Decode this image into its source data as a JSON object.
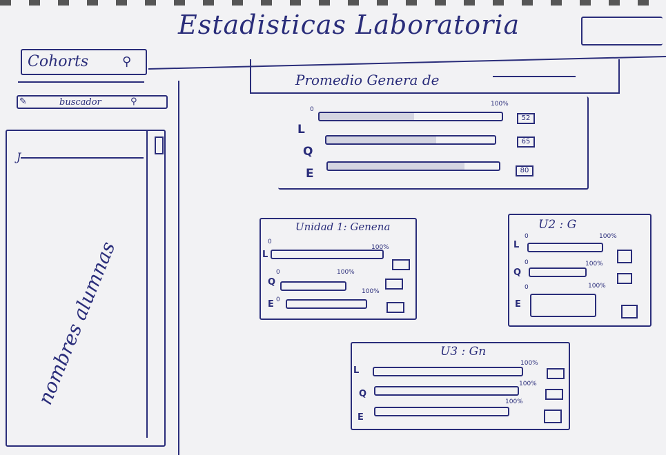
{
  "app_title": "Estadisticas Laboratoria",
  "cohorts": {
    "label": "Cohorts"
  },
  "search": {
    "placeholder": "buscador"
  },
  "student_list": {
    "caption": "nombres alumnas"
  },
  "general": {
    "title": "Promedio Genera de",
    "scale_min": "0",
    "scale_max": "100%",
    "rows": [
      {
        "label": "L",
        "value": "52",
        "fill": 0.52
      },
      {
        "label": "Q",
        "value": "65",
        "fill": 0.65
      },
      {
        "label": "E",
        "value": "80",
        "fill": 0.8
      }
    ]
  },
  "unit1": {
    "title": "Unidad 1: Genena",
    "rows": [
      {
        "label": "L",
        "min": "0",
        "max": "100%"
      },
      {
        "label": "Q",
        "min": "0",
        "max": "100%"
      },
      {
        "label": "E",
        "min": "0",
        "max": "100%"
      }
    ]
  },
  "unit2": {
    "title": "U2 : G",
    "rows": [
      {
        "label": "L",
        "min": "0",
        "max": "100%"
      },
      {
        "label": "Q",
        "min": "0",
        "max": "100%"
      },
      {
        "label": "E",
        "min": "0",
        "max": "100%"
      }
    ]
  },
  "unit3": {
    "title": "U3 : Gn",
    "rows": [
      {
        "label": "L",
        "max": "100%"
      },
      {
        "label": "Q",
        "max": "100%"
      },
      {
        "label": "E",
        "max": "100%"
      }
    ]
  }
}
